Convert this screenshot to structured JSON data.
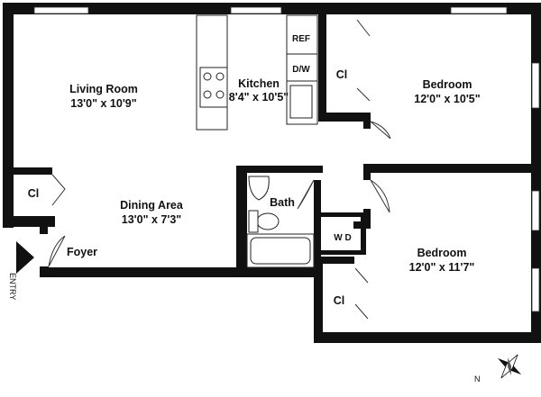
{
  "rooms": {
    "living": {
      "name": "Living Room",
      "size": "13'0\" x 10'9\""
    },
    "kitchen": {
      "name": "Kitchen",
      "size": "8'4\" x 10'5\""
    },
    "bedroom1": {
      "name": "Bedroom",
      "size": "12'0\" x 10'5\""
    },
    "dining": {
      "name": "Dining Area",
      "size": "13'0\" x 7'3\""
    },
    "bedroom2": {
      "name": "Bedroom",
      "size": "12'0\" x 11'7\""
    },
    "bath": {
      "name": "Bath"
    },
    "foyer": {
      "name": "Foyer"
    }
  },
  "closets": {
    "closet_label": "Cl"
  },
  "appliances": {
    "refrigerator": "REF",
    "dishwasher": "D/W",
    "washer_dryer": "W D"
  },
  "entry_label": "ENTRY",
  "compass_label": "N",
  "colors": {
    "walls": "#111111",
    "background": "#ffffff"
  }
}
